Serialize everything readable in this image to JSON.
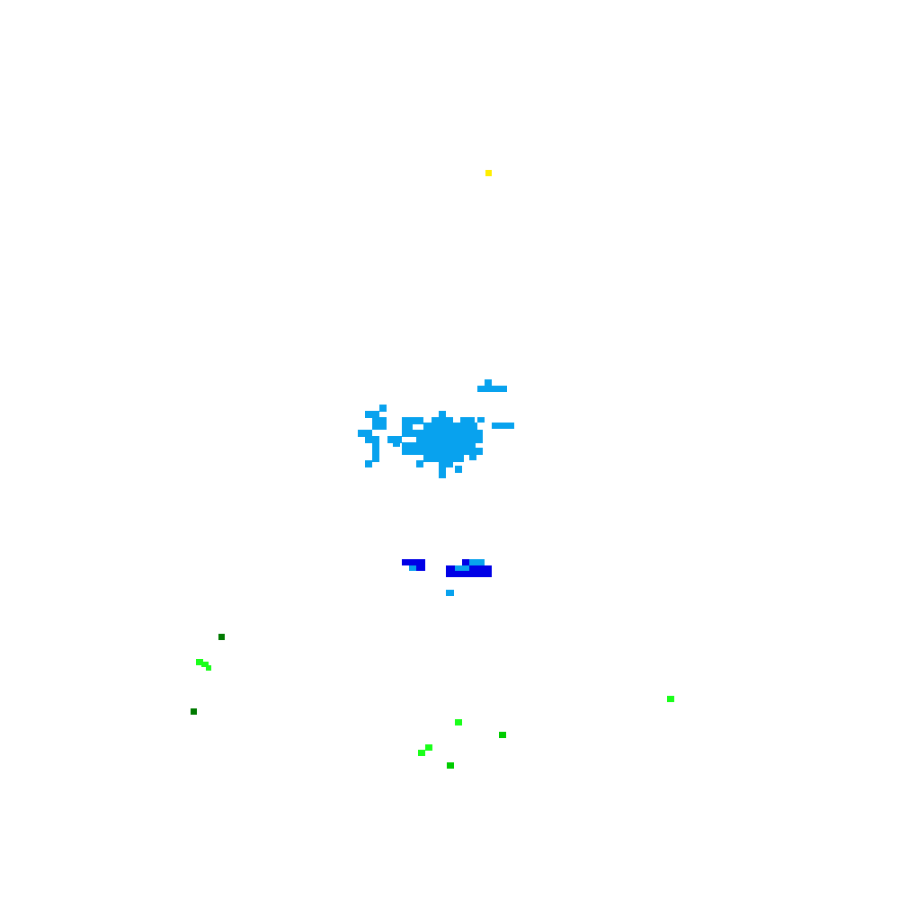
{
  "background": "#ffffff",
  "palette": {
    "cyan": "#08a2ee",
    "blue": "#0000e6",
    "light_green": "#1aff1a",
    "green": "#00cc00",
    "dark_green": "#007a00",
    "yellow": "#ffee00"
  },
  "clusters": [
    {
      "name": "yellow-speck",
      "color": "yellow"
    },
    {
      "name": "cyan-cluster",
      "color": "cyan"
    },
    {
      "name": "blue-cluster",
      "color": "blue"
    },
    {
      "name": "green-specks",
      "color": "green"
    }
  ]
}
